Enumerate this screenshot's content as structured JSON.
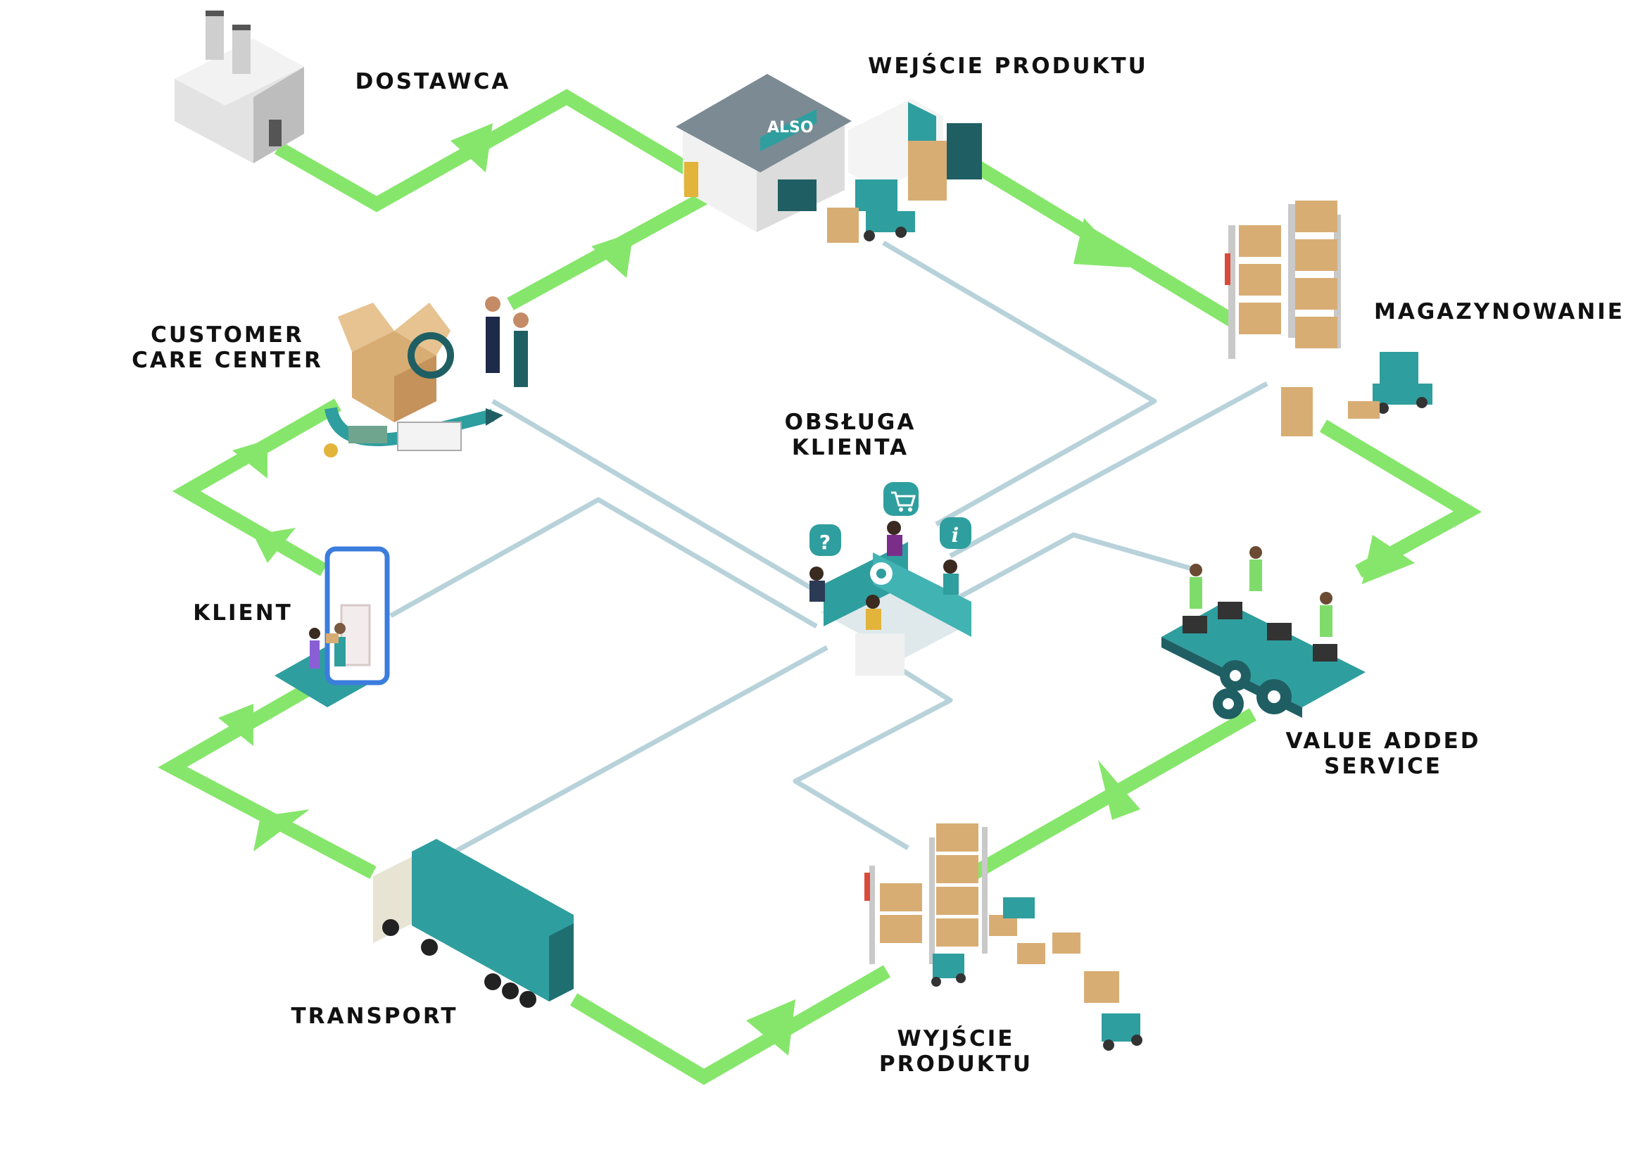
{
  "diagram": {
    "brand": "ALSO",
    "colors": {
      "flow_arrow": "#86e66b",
      "connector": "#b8d2da",
      "teal": "#2f9e9f",
      "dark_teal": "#1f5f63",
      "box": "#d8ad74",
      "rack": "#c9c9c9",
      "label": "#111111"
    },
    "nodes": {
      "dostawca": {
        "label": "DOSTAWCA",
        "icon": "factory-icon"
      },
      "wejscie": {
        "label": "WEJŚCIE PRODUKTU",
        "icon": "warehouse-icon"
      },
      "magazynowanie": {
        "label": "MAGAZYNOWANIE",
        "icon": "storage-rack-icon"
      },
      "vas": {
        "line1": "VALUE ADDED",
        "line2": "SERVICE",
        "icon": "conveyor-belt-icon"
      },
      "wyjscie": {
        "line1": "WYJŚCIE",
        "line2": "PRODUKTU",
        "icon": "outbound-rack-icon"
      },
      "transport": {
        "label": "TRANSPORT",
        "icon": "truck-icon"
      },
      "klient": {
        "label": "KLIENT",
        "icon": "smartphone-delivery-icon"
      },
      "ccc": {
        "line1": "CUSTOMER",
        "line2": "CARE CENTER",
        "icon": "return-box-icon"
      },
      "obsluga": {
        "line1": "OBSŁUGA",
        "line2": "KLIENTA",
        "icon": "call-center-icon"
      }
    }
  }
}
